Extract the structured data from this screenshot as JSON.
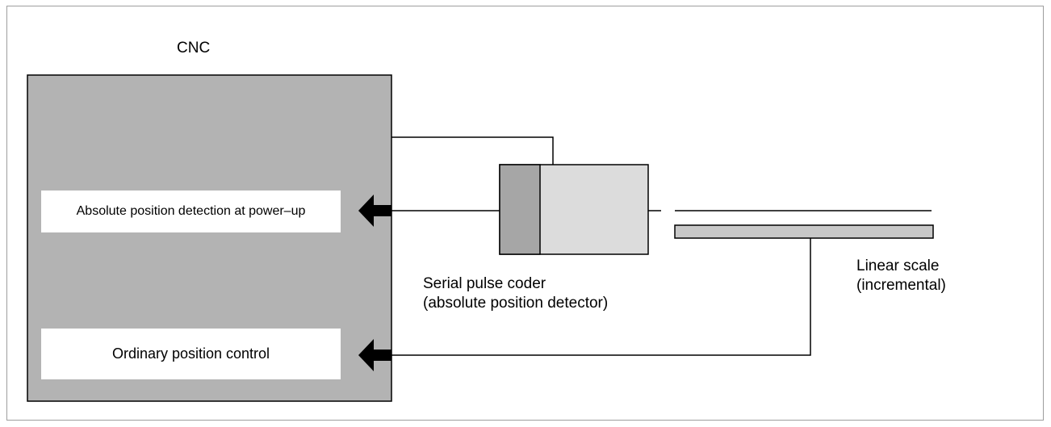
{
  "colors": {
    "cnc_fill": "#b3b3b3",
    "coder_dark": "#a6a6a6",
    "coder_light": "#dcdcdc",
    "scale_fill": "#c8c8c8",
    "line": "#000000"
  },
  "cnc": {
    "title": "CNC",
    "abs_detection_label": "Absolute position detection at power–up",
    "ordinary_control_label": "Ordinary position control"
  },
  "serial_pulse_coder": {
    "label_line1": "Serial pulse coder",
    "label_line2": "(absolute position detector)"
  },
  "linear_scale": {
    "label_line1": "Linear scale",
    "label_line2": "(incremental)"
  },
  "icons": {
    "arrow": "left-arrow-icon"
  }
}
